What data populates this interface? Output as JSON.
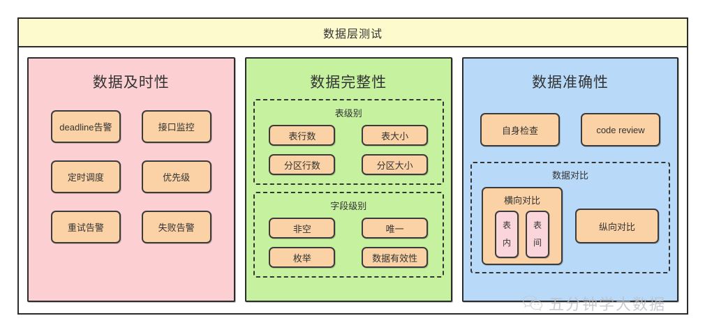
{
  "diagram": {
    "title": "数据层测试",
    "columns": [
      {
        "id": "timeliness",
        "title": "数据及时性",
        "color": "#fcd0d2",
        "nodes": [
          "deadline告警",
          "接口监控",
          "定时调度",
          "优先级",
          "重试告警",
          "失败告警"
        ]
      },
      {
        "id": "completeness",
        "title": "数据完整性",
        "color": "#c6f2a0",
        "subgroups": [
          {
            "title": "表级别",
            "nodes": [
              "表行数",
              "表大小",
              "分区行数",
              "分区大小"
            ]
          },
          {
            "title": "字段级别",
            "nodes": [
              "非空",
              "唯一",
              "枚举",
              "数据有效性"
            ]
          }
        ]
      },
      {
        "id": "accuracy",
        "title": "数据准确性",
        "color": "#b8daf8",
        "nodes": [
          "自身检查",
          "code review"
        ],
        "compare_group": {
          "title": "数据对比",
          "horizontal": {
            "title": "横向对比",
            "items": [
              {
                "line1": "表",
                "line2": "内"
              },
              {
                "line1": "表",
                "line2": "间"
              }
            ]
          },
          "vertical": "纵向对比"
        }
      }
    ]
  },
  "watermark": {
    "text": "五分钟学大数据",
    "icon": "wechat-icon"
  },
  "colors": {
    "frame_border": "#2b2b2b",
    "title_bg": "#fdfbce",
    "node_fill": "#fad2a5",
    "node_border": "#3b3b3b",
    "pink_node_fill": "#fad6db",
    "watermark": "#b9bcc4"
  }
}
